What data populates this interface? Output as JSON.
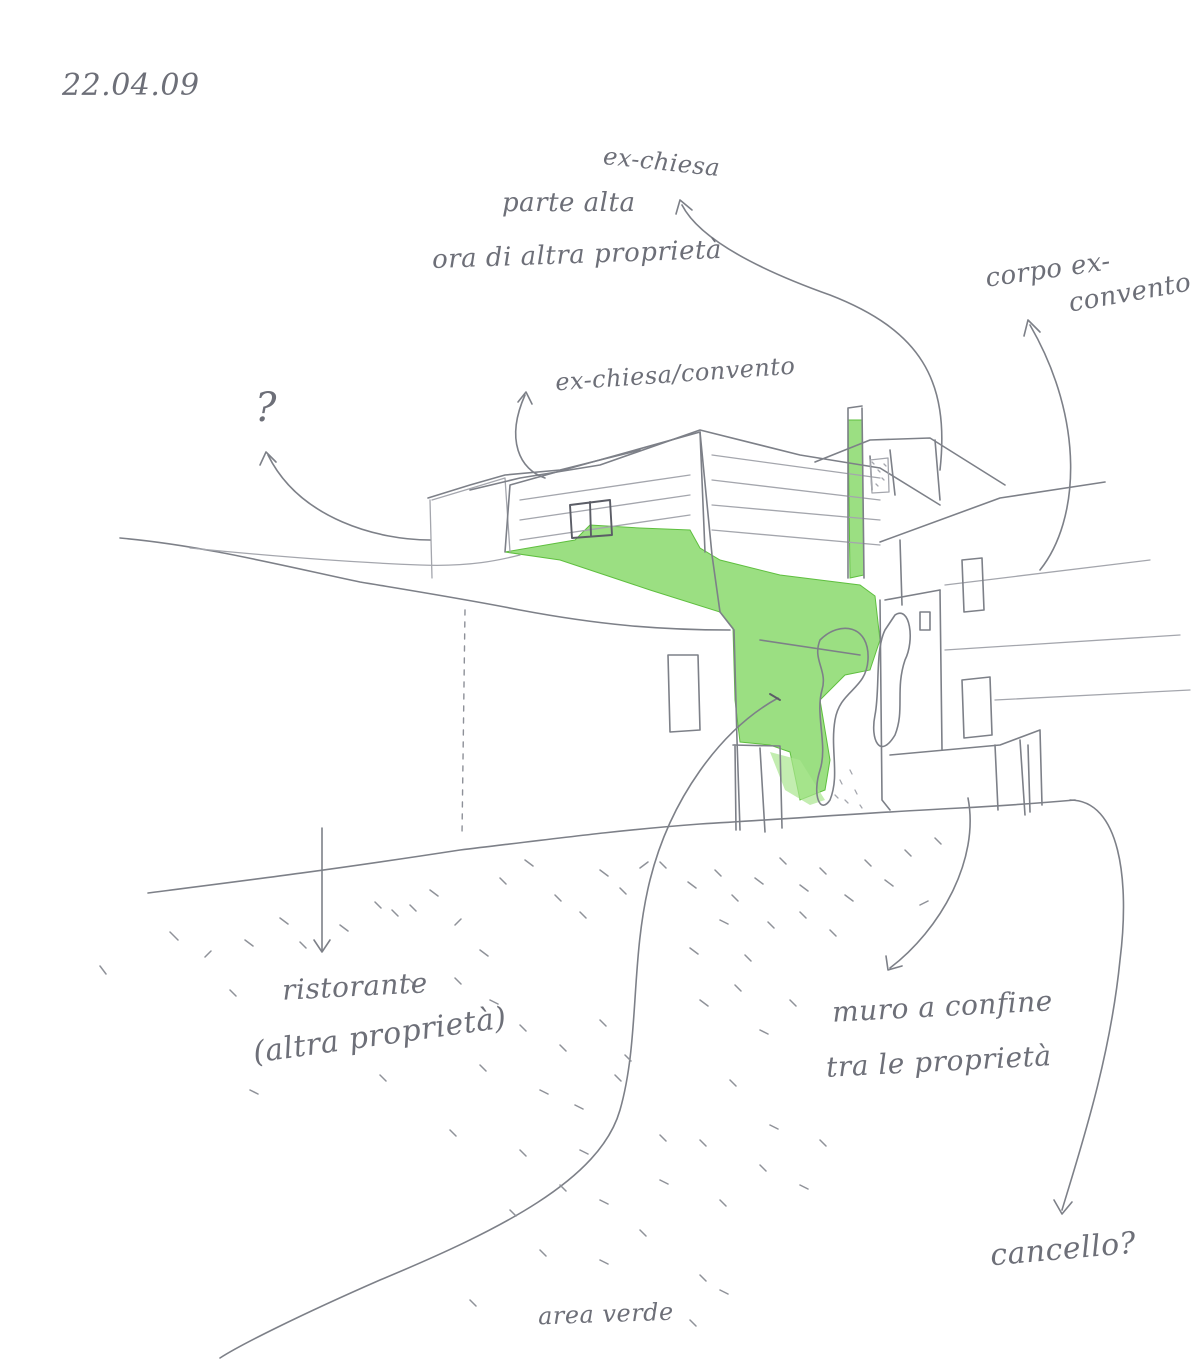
{
  "sketch": {
    "date": "22.04.09",
    "colors": {
      "paper": "#ffffff",
      "pencil": "#7d8088",
      "highlight_green": "#7fd65f"
    },
    "annotations": {
      "ex_chiesa": "ex-chiesa",
      "parte_alta_line1": "parte alta",
      "parte_alta_line2": "ora di altra proprietà",
      "corpo_line1": "corpo ex-",
      "corpo_line2": "convento",
      "ex_chiesa_convento": "ex-chiesa/convento",
      "question": "?",
      "ristorante_line1": "ristorante",
      "ristorante_line2": "(altra proprietà)",
      "muro_line1": "muro a confine",
      "muro_line2": "tra le proprietà",
      "cancello": "cancello?",
      "area_verde": "area verde"
    }
  }
}
